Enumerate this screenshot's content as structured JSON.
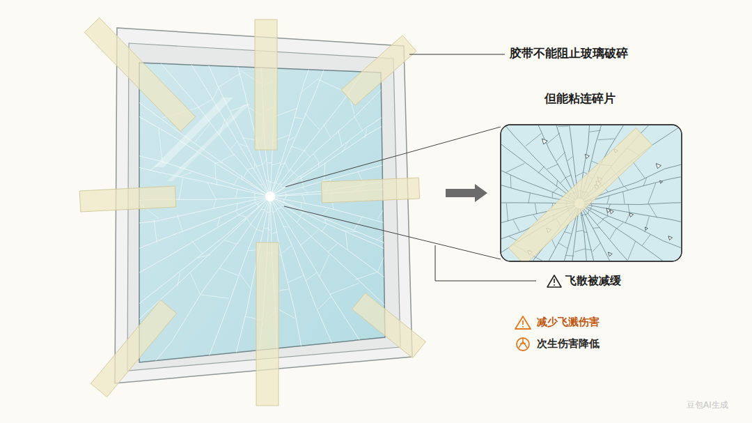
{
  "diagram": {
    "labels": [
      "胶带不能阻止玻璃破碎",
      "但能粘连碎片",
      "飞散被减缓",
      "减少飞溅伤害",
      "次生伤害降低",
      "豆包AI生成"
    ]
  }
}
